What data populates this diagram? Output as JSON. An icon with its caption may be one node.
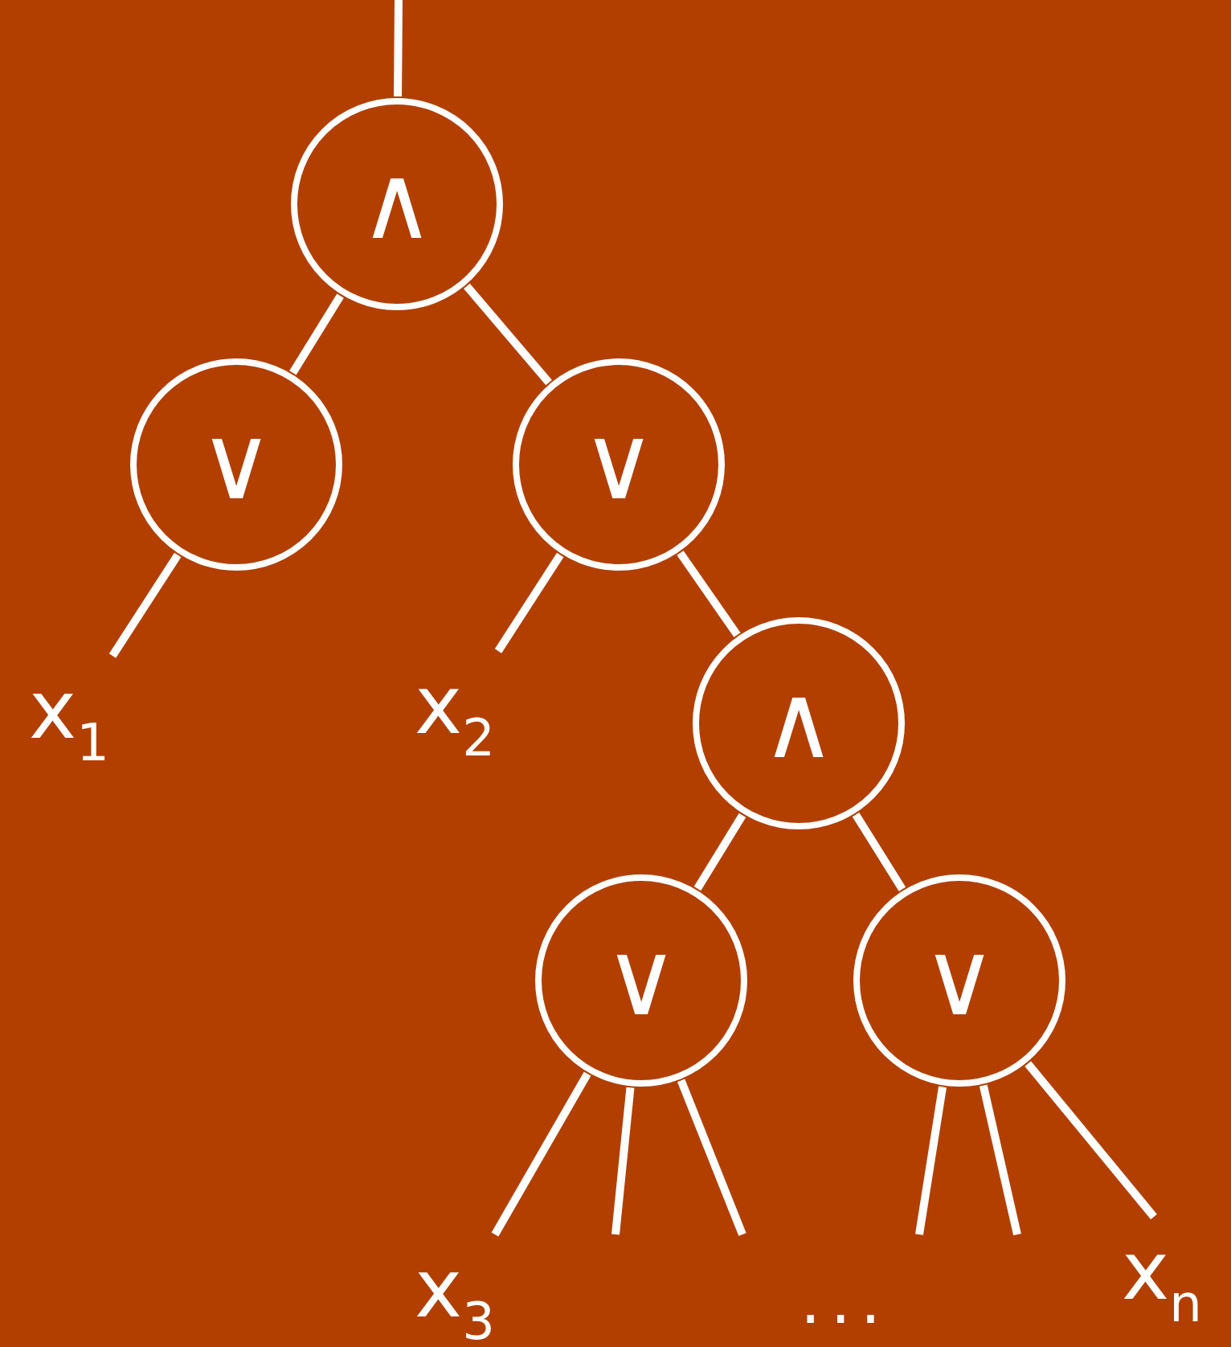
{
  "diagram": {
    "nodes": [
      {
        "text": [
          "∧"
        ]
      },
      {
        "text": [
          "∨"
        ]
      },
      {
        "text": [
          "∨"
        ]
      },
      {
        "text": [
          "x$_{1}$"
        ]
      },
      {
        "text": [
          "x$_{2}$"
        ]
      },
      {
        "text": [
          "∧"
        ]
      },
      {
        "text": [
          "∨"
        ]
      },
      {
        "text": [
          "∨"
        ]
      },
      {
        "text": [
          "x$_{3}$"
        ]
      },
      {
        "text": [
          "x$_{n}$"
        ]
      }
    ],
    "edges": [
      {
        "from": null,
        "to": 0,
        "arrow": "none"
      },
      {
        "from": 0,
        "to": 1,
        "arrow": "none"
      },
      {
        "from": 0,
        "to": 2,
        "arrow": "none"
      },
      {
        "from": 1,
        "to": 3,
        "arrow": "none"
      },
      {
        "from": 2,
        "to": 4,
        "arrow": "none"
      },
      {
        "from": 2,
        "to": 5,
        "arrow": "none"
      },
      {
        "from": 5,
        "to": 6,
        "arrow": "none"
      },
      {
        "from": 5,
        "to": 7,
        "arrow": "none"
      },
      {
        "from": 6,
        "to": 8,
        "arrow": "none"
      },
      {
        "from": 6,
        "to": null,
        "arrow": "none"
      },
      {
        "from": 6,
        "to": null,
        "arrow": "none"
      },
      {
        "from": 7,
        "to": null,
        "arrow": "none"
      },
      {
        "from": 7,
        "to": null,
        "arrow": "none"
      },
      {
        "from": 7,
        "to": 9,
        "arrow": "none"
      }
    ],
    "labels": [
      "..."
    ]
  }
}
